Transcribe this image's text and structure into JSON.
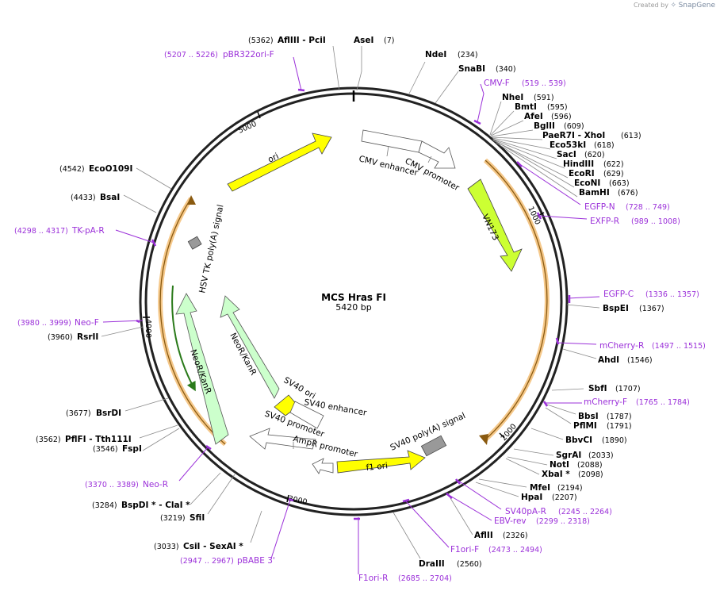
{
  "credit": {
    "prefix": "Created by",
    "brand": "SnapGene"
  },
  "plasmid": {
    "name": "MCS Hras FI",
    "length": "5420 bp"
  },
  "ticks": [
    "1000",
    "2000",
    "3000",
    "4000",
    "5000"
  ],
  "enzymes": [
    {
      "name": "AseI",
      "pos": "(7)"
    },
    {
      "name": "NdeI",
      "pos": "(234)"
    },
    {
      "name": "SnaBI",
      "pos": "(340)"
    },
    {
      "name": "NheI",
      "pos": "(591)"
    },
    {
      "name": "BmtI",
      "pos": "(595)"
    },
    {
      "name": "AfeI",
      "pos": "(596)"
    },
    {
      "name": "BglII",
      "pos": "(609)"
    },
    {
      "name": "PaeR7I - XhoI",
      "pos": "(613)"
    },
    {
      "name": "Eco53kI",
      "pos": "(618)"
    },
    {
      "name": "SacI",
      "pos": "(620)"
    },
    {
      "name": "HindIII",
      "pos": "(622)"
    },
    {
      "name": "EcoRI",
      "pos": "(629)"
    },
    {
      "name": "EcoNI",
      "pos": "(663)"
    },
    {
      "name": "BamHI",
      "pos": "(676)"
    },
    {
      "name": "BspEI",
      "pos": "(1367)"
    },
    {
      "name": "AhdI",
      "pos": "(1546)"
    },
    {
      "name": "SbfI",
      "pos": "(1707)"
    },
    {
      "name": "BbsI",
      "pos": "(1787)"
    },
    {
      "name": "PflMI",
      "pos": "(1791)"
    },
    {
      "name": "BbvCI",
      "pos": "(1890)"
    },
    {
      "name": "SgrAI",
      "pos": "(2033)"
    },
    {
      "name": "NotI",
      "pos": "(2088)"
    },
    {
      "name": "XbaI *",
      "pos": "(2098)"
    },
    {
      "name": "MfeI",
      "pos": "(2194)"
    },
    {
      "name": "HpaI",
      "pos": "(2207)"
    },
    {
      "name": "AflII",
      "pos": "(2326)"
    },
    {
      "name": "DraIII",
      "pos": "(2560)"
    },
    {
      "name": "CsiI - SexAI *",
      "pos": "(3033)"
    },
    {
      "name": "SfiI",
      "pos": "(3219)"
    },
    {
      "name": "BspDI * - ClaI *",
      "pos": "(3284)"
    },
    {
      "name": "FspI",
      "pos": "(3546)"
    },
    {
      "name": "PflFI - Tth111I",
      "pos": "(3562)"
    },
    {
      "name": "BsrDI",
      "pos": "(3677)"
    },
    {
      "name": "RsrII",
      "pos": "(3960)"
    },
    {
      "name": "BsaI",
      "pos": "(4433)"
    },
    {
      "name": "EcoO109I",
      "pos": "(4542)"
    },
    {
      "name": "AflIII - PciI",
      "pos": "(5362)"
    }
  ],
  "primers": [
    {
      "name": "pBR322ori-F",
      "range": "(5207 .. 5226)"
    },
    {
      "name": "CMV-F",
      "range": "(519 .. 539)"
    },
    {
      "name": "EGFP-N",
      "range": "(728 .. 749)"
    },
    {
      "name": "EXFP-R",
      "range": "(989 .. 1008)"
    },
    {
      "name": "EGFP-C",
      "range": "(1336 .. 1357)"
    },
    {
      "name": "mCherry-R",
      "range": "(1497 .. 1515)"
    },
    {
      "name": "mCherry-F",
      "range": "(1765 .. 1784)"
    },
    {
      "name": "SV40pA-R",
      "range": "(2245 .. 2264)"
    },
    {
      "name": "EBV-rev",
      "range": "(2299 .. 2318)"
    },
    {
      "name": "F1ori-F",
      "range": "(2473 .. 2494)"
    },
    {
      "name": "F1ori-R",
      "range": "(2685 .. 2704)"
    },
    {
      "name": "pBABE 3'",
      "range": "(2947 .. 2967)"
    },
    {
      "name": "Neo-R",
      "range": "(3370 .. 3389)"
    },
    {
      "name": "Neo-F",
      "range": "(3980 .. 3999)"
    },
    {
      "name": "TK-pA-R",
      "range": "(4298 .. 4317)"
    }
  ],
  "features": [
    {
      "name": "ori",
      "color": "#ffff00"
    },
    {
      "name": "CMV enhancer",
      "color": "#ffffff"
    },
    {
      "name": "CMV promoter",
      "color": "#ffffff"
    },
    {
      "name": "VN173",
      "color": "#ccff33"
    },
    {
      "name": "HSV TK poly(A) signal",
      "color": "#999999"
    },
    {
      "name": "NeoR/KanR",
      "color": "#ccffcc"
    },
    {
      "name": "NeoR/KanR",
      "color": "#ccffcc"
    },
    {
      "name": "SV40 ori",
      "color": "#ffff00"
    },
    {
      "name": "SV40 enhancer",
      "color": "#ffffff"
    },
    {
      "name": "SV40 promoter",
      "color": "#ffffff"
    },
    {
      "name": "AmpR promoter",
      "color": "#ffffff"
    },
    {
      "name": "SV40 poly(A) signal",
      "color": "#999999"
    },
    {
      "name": "f1 ori",
      "color": "#ffff00"
    }
  ]
}
